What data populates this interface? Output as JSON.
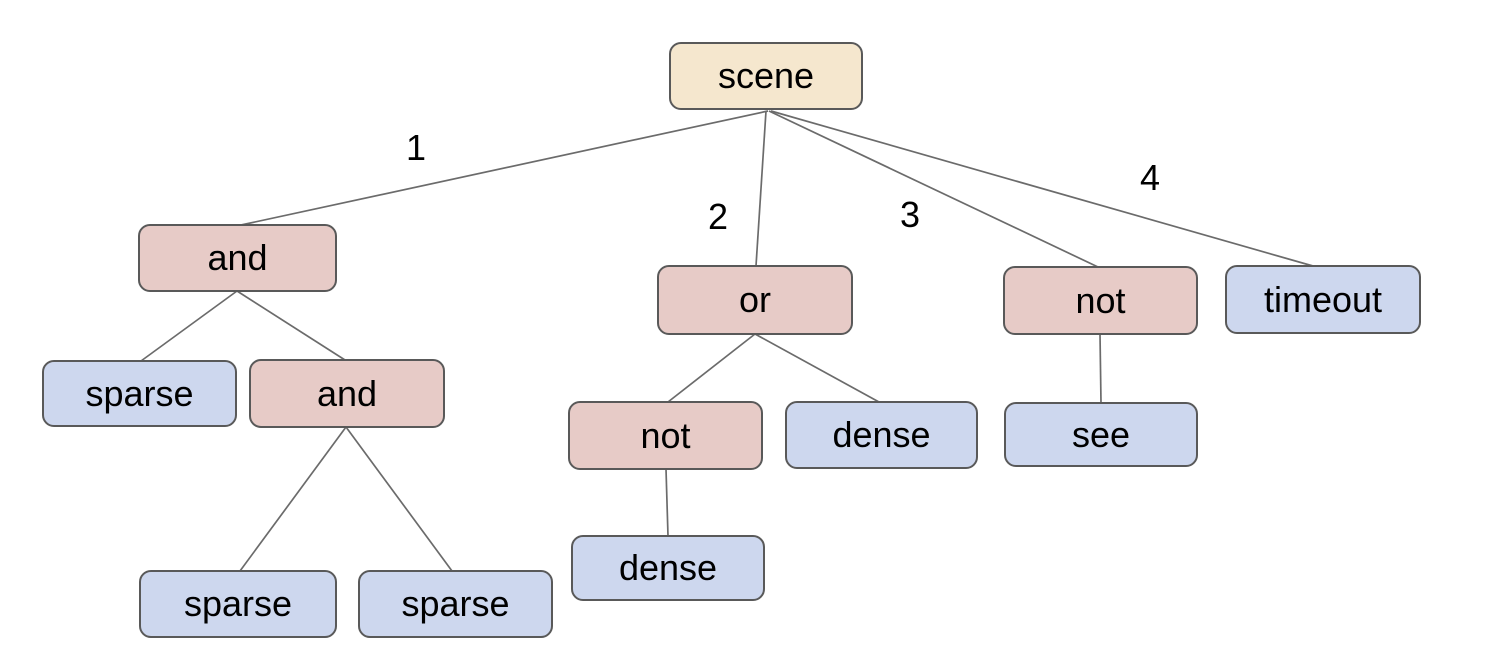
{
  "diagram": {
    "type": "tree",
    "background": "#ffffff",
    "colors": {
      "root_fill": "#f5e7ce",
      "operator_fill": "#e7cbc7",
      "leaf_fill": "#cdd7ee",
      "border": "#595959",
      "edge": "#6b6b6b",
      "text": "#000000"
    },
    "tree": {
      "label": "scene",
      "children": [
        {
          "edge_label": "1",
          "label": "and",
          "children": [
            {
              "label": "sparse",
              "children": []
            },
            {
              "label": "and",
              "children": [
                {
                  "label": "sparse",
                  "children": []
                },
                {
                  "label": "sparse",
                  "children": []
                }
              ]
            }
          ]
        },
        {
          "edge_label": "2",
          "label": "or",
          "children": [
            {
              "label": "not",
              "children": [
                {
                  "label": "dense",
                  "children": []
                }
              ]
            },
            {
              "label": "dense",
              "children": []
            }
          ]
        },
        {
          "edge_label": "3",
          "label": "not",
          "children": [
            {
              "label": "see",
              "children": []
            }
          ]
        },
        {
          "edge_label": "4",
          "label": "timeout",
          "children": []
        }
      ]
    }
  }
}
